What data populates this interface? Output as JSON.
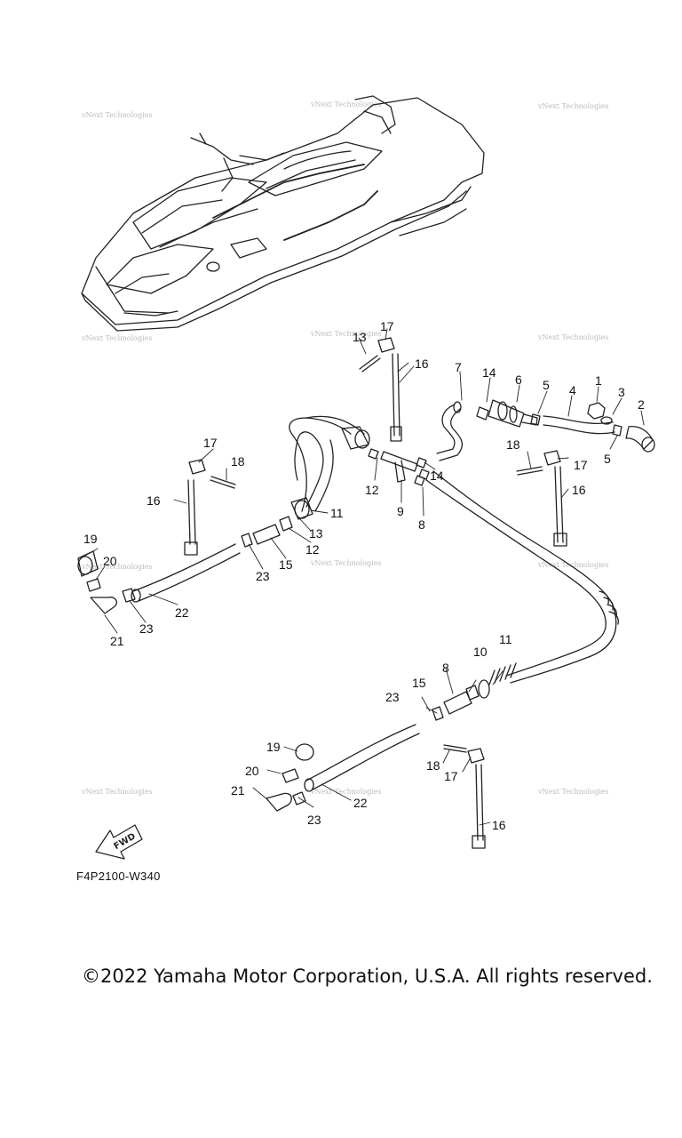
{
  "diagram": {
    "part_code": "F4P2100-W340",
    "copyright": "©2022 Yamaha Motor Corporation, U.S.A. All rights reserved.",
    "fwd_label": "FWD",
    "watermark_text": "vNext Technologies",
    "callouts": [
      {
        "id": "c17a",
        "text": "17"
      },
      {
        "id": "c13a",
        "text": "13"
      },
      {
        "id": "c16a",
        "text": "16"
      },
      {
        "id": "c7",
        "text": "7"
      },
      {
        "id": "c14a",
        "text": "14"
      },
      {
        "id": "c6",
        "text": "6"
      },
      {
        "id": "c5a",
        "text": "5"
      },
      {
        "id": "c4",
        "text": "4"
      },
      {
        "id": "c1",
        "text": "1"
      },
      {
        "id": "c3",
        "text": "3"
      },
      {
        "id": "c2",
        "text": "2"
      },
      {
        "id": "c5b",
        "text": "5"
      },
      {
        "id": "c14b",
        "text": "14"
      },
      {
        "id": "c12a",
        "text": "12"
      },
      {
        "id": "c9",
        "text": "9"
      },
      {
        "id": "c8a",
        "text": "8"
      },
      {
        "id": "c18a",
        "text": "18"
      },
      {
        "id": "c17b",
        "text": "17"
      },
      {
        "id": "c16b",
        "text": "16"
      },
      {
        "id": "c17c",
        "text": "17"
      },
      {
        "id": "c18b",
        "text": "18"
      },
      {
        "id": "c16c",
        "text": "16"
      },
      {
        "id": "c11a",
        "text": "11"
      },
      {
        "id": "c13b",
        "text": "13"
      },
      {
        "id": "c12b",
        "text": "12"
      },
      {
        "id": "c15a",
        "text": "15"
      },
      {
        "id": "c23a",
        "text": "23"
      },
      {
        "id": "c19a",
        "text": "19"
      },
      {
        "id": "c20a",
        "text": "20"
      },
      {
        "id": "c23b",
        "text": "23"
      },
      {
        "id": "c22a",
        "text": "22"
      },
      {
        "id": "c21a",
        "text": "21"
      },
      {
        "id": "c10",
        "text": "10"
      },
      {
        "id": "c11b",
        "text": "11"
      },
      {
        "id": "c8b",
        "text": "8"
      },
      {
        "id": "c15b",
        "text": "15"
      },
      {
        "id": "c23c",
        "text": "23"
      },
      {
        "id": "c19b",
        "text": "19"
      },
      {
        "id": "c20b",
        "text": "20"
      },
      {
        "id": "c18c",
        "text": "18"
      },
      {
        "id": "c17d",
        "text": "17"
      },
      {
        "id": "c21b",
        "text": "21"
      },
      {
        "id": "c22b",
        "text": "22"
      },
      {
        "id": "c23d",
        "text": "23"
      },
      {
        "id": "c16d",
        "text": "16"
      }
    ]
  }
}
